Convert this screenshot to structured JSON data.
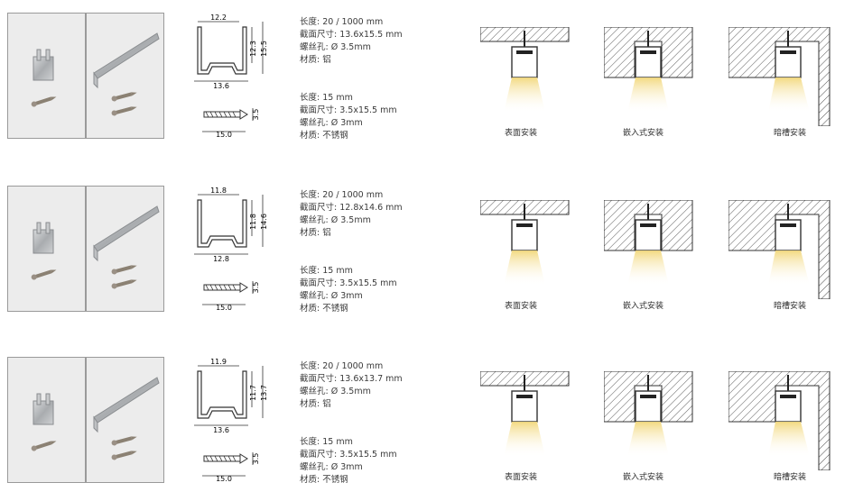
{
  "rows": [
    {
      "profile": {
        "width": "12.2",
        "height": "12.3",
        "outer_height": "15.5",
        "base": "13.6"
      },
      "screw": {
        "length": "15.0",
        "head": "3.5"
      },
      "specs": [
        "长度: 20 / 1000 mm",
        "截面尺寸: 13.6x15.5 mm",
        "螺丝孔: Ø 3.5mm",
        "材质:  铝"
      ],
      "screw_specs": [
        "长度: 15 mm",
        "截面尺寸: 3.5x15.5 mm",
        "螺丝孔: Ø 3mm",
        "材质:  不锈钢"
      ],
      "install": [
        "表面安装",
        "嵌入式安装",
        "暗槽安装"
      ]
    },
    {
      "profile": {
        "width": "11.8",
        "height": "11.8",
        "outer_height": "14.6",
        "base": "12.8"
      },
      "screw": {
        "length": "15.0",
        "head": "3.5"
      },
      "specs": [
        "长度: 20 / 1000 mm",
        "截面尺寸: 12.8x14.6 mm",
        "螺丝孔: Ø 3.5mm",
        "材质:  铝"
      ],
      "screw_specs": [
        "长度: 15 mm",
        "截面尺寸: 3.5x15.5 mm",
        "螺丝孔: Ø 3mm",
        "材质:  不锈钢"
      ],
      "install": [
        "表面安装",
        "嵌入式安装",
        "暗槽安装"
      ]
    },
    {
      "profile": {
        "width": "11.9",
        "height": "11.7",
        "outer_height": "13.7",
        "base": "13.6"
      },
      "screw": {
        "length": "15.0",
        "head": "3.5"
      },
      "specs": [
        "长度: 20 / 1000 mm",
        "截面尺寸: 13.6x13.7 mm",
        "螺丝孔: Ø 3.5mm",
        "材质:  铝"
      ],
      "screw_specs": [
        "长度: 15 mm",
        "截面尺寸: 3.5x15.5 mm",
        "螺丝孔: Ø 3mm",
        "材质:  不锈钢"
      ],
      "install": [
        "表面安装",
        "嵌入式安装",
        "暗槽安装"
      ]
    }
  ]
}
